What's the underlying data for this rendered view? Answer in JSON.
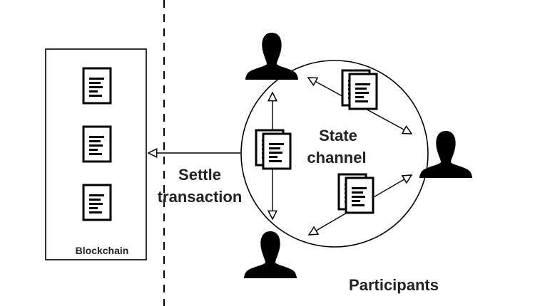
{
  "labels": {
    "blockchain": "Blockchain",
    "settle_line1": "Settle",
    "settle_line2": "transaction",
    "state_line1": "State",
    "state_line2": "channel",
    "participants": "Participants"
  },
  "colors": {
    "ink": "#000000",
    "text": "#222222",
    "background": "#ffffff"
  }
}
